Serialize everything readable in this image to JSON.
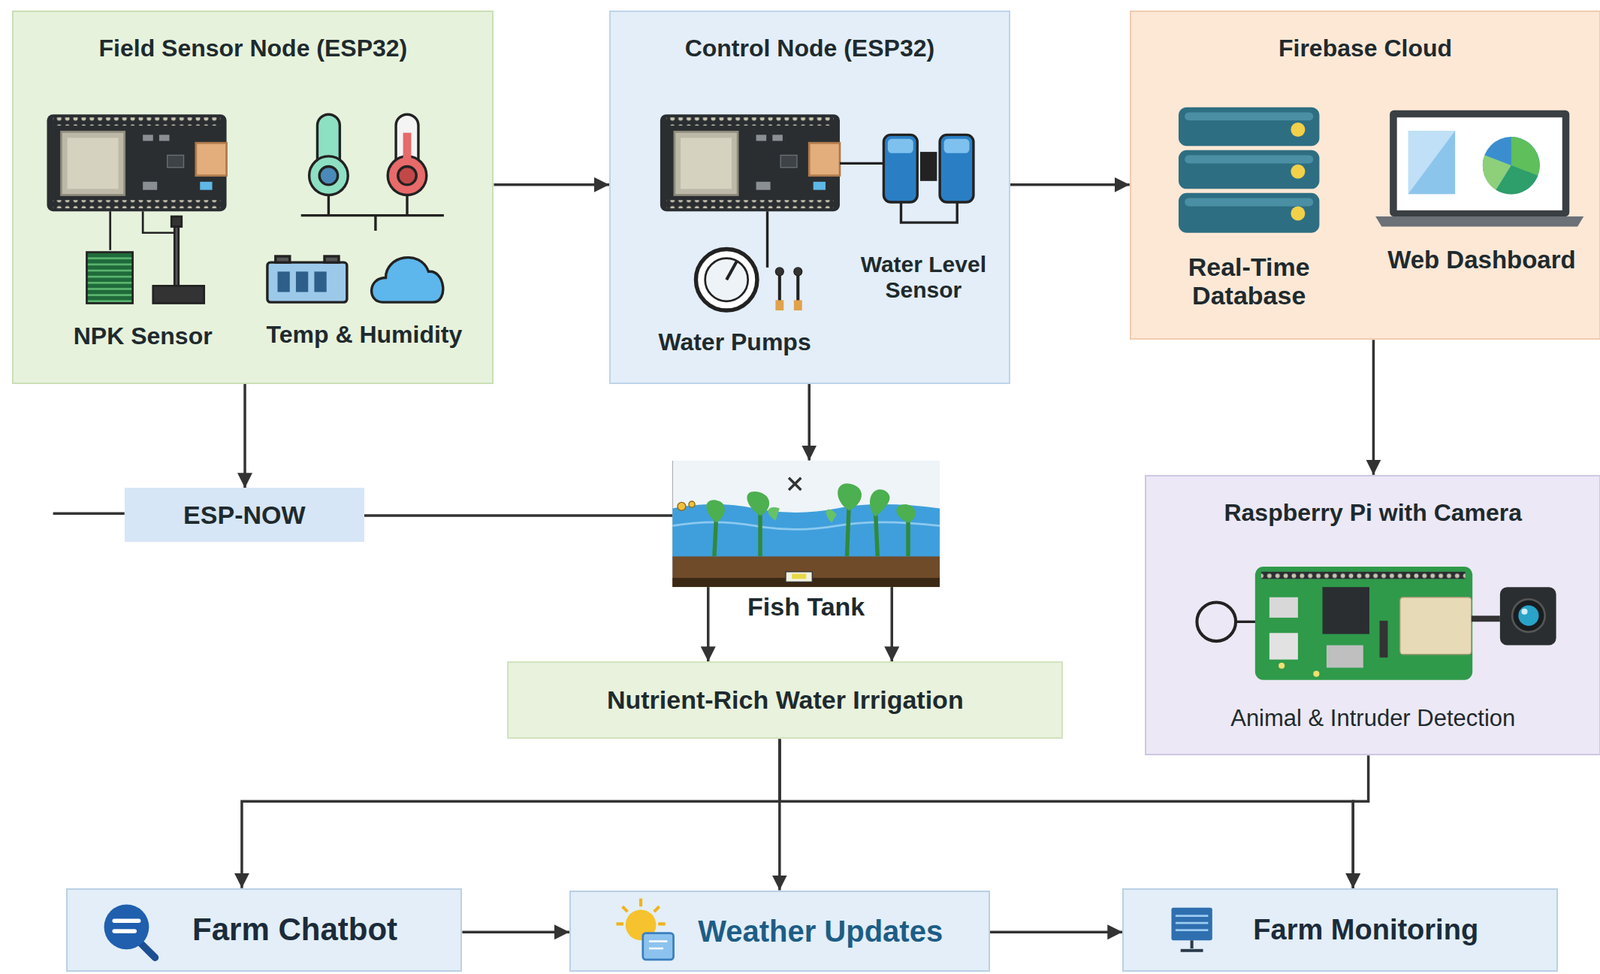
{
  "diagram": {
    "nodes": [
      {
        "text": [
          "Field Sensor Node (ESP32)"
        ]
      },
      {
        "text": [
          "Control Node (ESP32)"
        ]
      },
      {
        "text": [
          "Firebase Cloud"
        ]
      },
      {
        "text": [
          "ESP-NOW"
        ]
      },
      {
        "text": [
          "Fish Tank"
        ]
      },
      {
        "text": [
          "Raspberry Pi with Camera",
          "Animal & Intruder Detection"
        ]
      },
      {
        "text": [
          "Nutrient-Rich Water Irrigation"
        ]
      },
      {
        "text": [
          "Farm Chatbot"
        ]
      },
      {
        "text": [
          "Weather Updates"
        ]
      },
      {
        "text": [
          "Farm Monitoring"
        ]
      }
    ],
    "edges": [
      {
        "from": 0,
        "to": 1,
        "arrow": "to"
      },
      {
        "from": 1,
        "to": 2,
        "arrow": "to"
      },
      {
        "from": 0,
        "to": 3,
        "arrow": "to"
      },
      {
        "from": 1,
        "to": 4,
        "arrow": "to"
      },
      {
        "from": 3,
        "to": 4,
        "arrow": "none"
      },
      {
        "from": 2,
        "to": 5,
        "arrow": "to"
      },
      {
        "from": 4,
        "to": 6,
        "arrow": "to"
      },
      {
        "from": 4,
        "to": 6,
        "arrow": "to"
      },
      {
        "from": 6,
        "to": 7,
        "arrow": "to"
      },
      {
        "from": 6,
        "to": 8,
        "arrow": "to"
      },
      {
        "from": 6,
        "to": 9,
        "arrow": "to"
      },
      {
        "from": 5,
        "to": 9,
        "arrow": "to"
      },
      {
        "from": 7,
        "to": 8,
        "arrow": "to"
      },
      {
        "from": 8,
        "to": 9,
        "arrow": "to"
      }
    ],
    "labels": [
      "NPK Sensor",
      "Temp & Humidity",
      "Water Pumps",
      "Water Level Sensor",
      "Real-Time Database",
      "Web Dashboard"
    ]
  }
}
